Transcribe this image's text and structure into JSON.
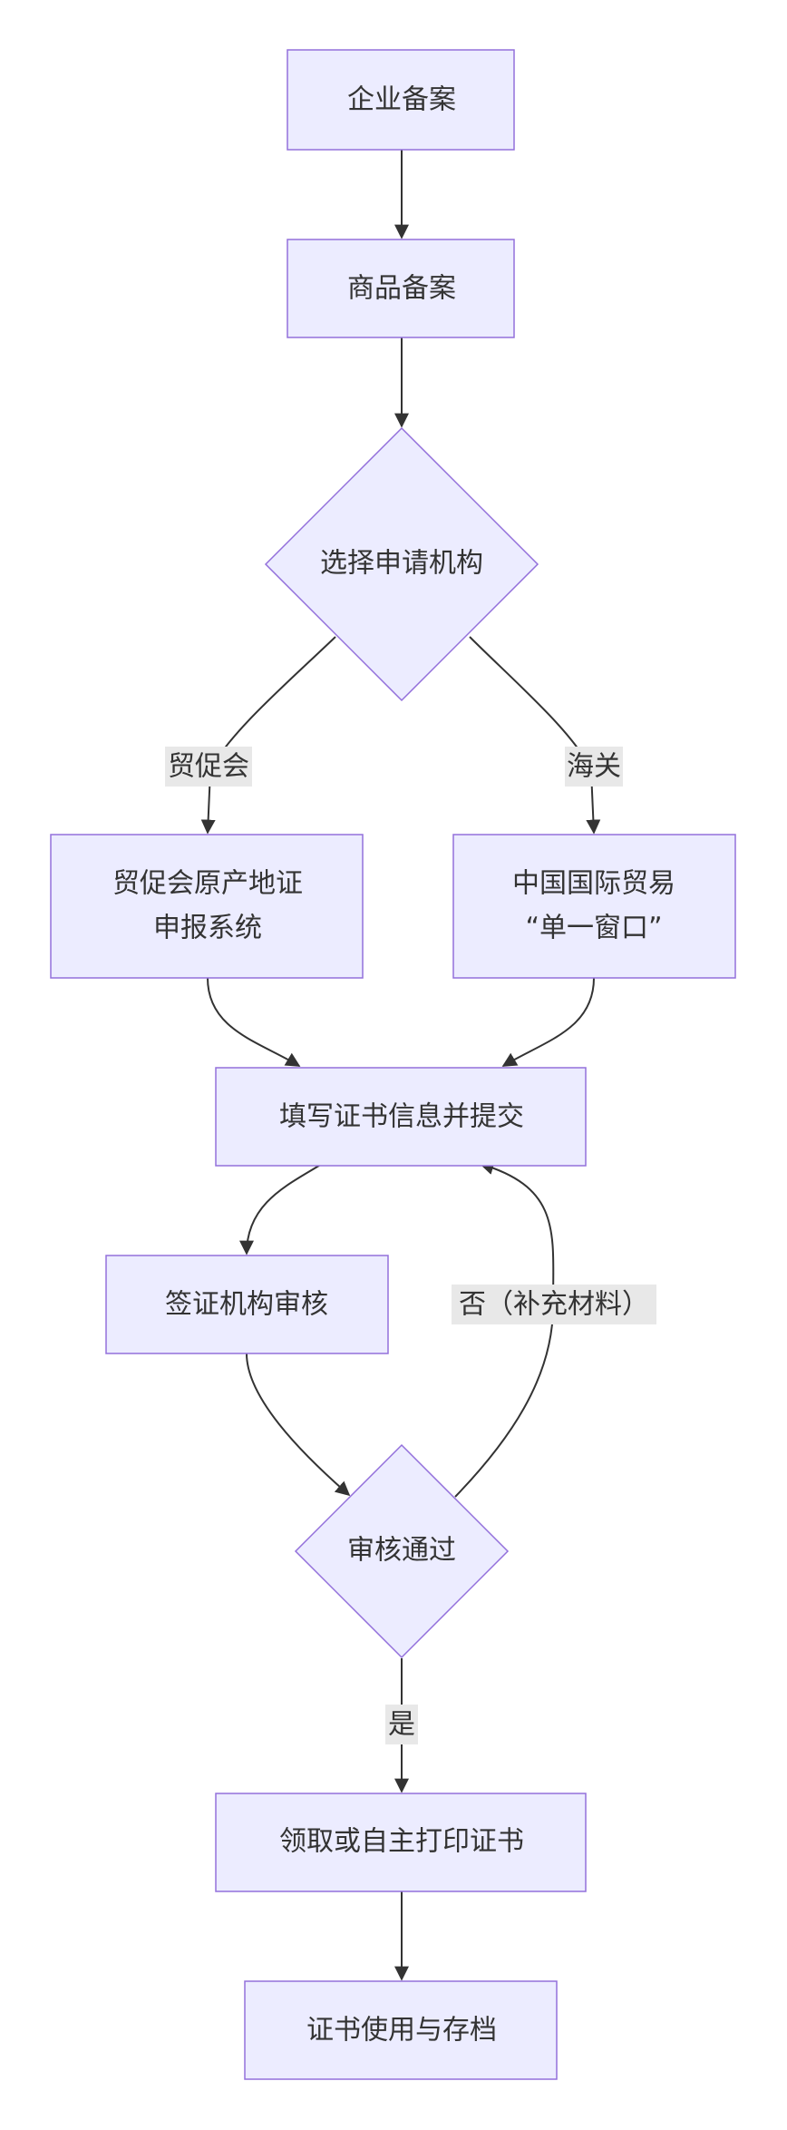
{
  "nodes": {
    "enterprise_filing": "企业备案",
    "product_filing": "商品备案",
    "choose_agency": "选择申请机构",
    "ccpit_system_line1": "贸促会原产地证",
    "ccpit_system_line2": "申报系统",
    "single_window_line1": "中国国际贸易",
    "single_window_line2": "“单一窗口”",
    "fill_submit": "填写证书信息并提交",
    "agency_review": "签证机构审核",
    "review_passed": "审核通过",
    "collect_print": "领取或自主打印证书",
    "use_archive": "证书使用与存档"
  },
  "edge_labels": {
    "ccpit": "贸促会",
    "customs": "海关",
    "no_supplement": "否（补充材料）",
    "yes": "是"
  },
  "colors": {
    "node_fill": "#ECECFF",
    "node_stroke": "#9370DB",
    "edge": "#333333",
    "label_bg": "#E8E8E8",
    "text": "#333333"
  }
}
